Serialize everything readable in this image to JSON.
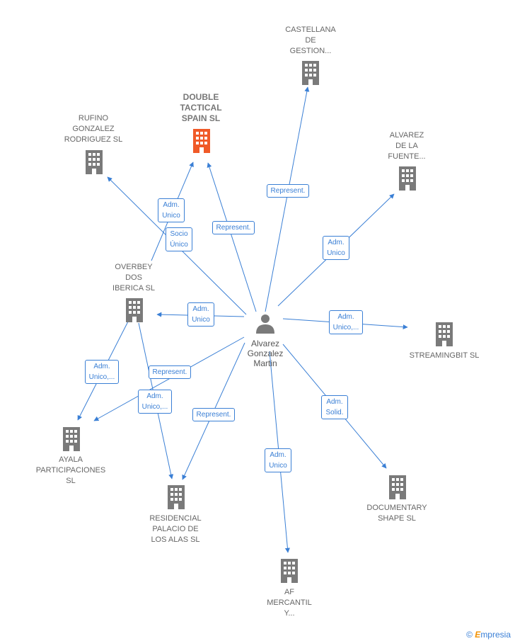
{
  "center": {
    "label_lines": [
      "Alvarez",
      "Gonzalez",
      "Martin"
    ],
    "icon": "person-icon"
  },
  "colors": {
    "edge": "#3a7fd5",
    "building": "#7a7a7a",
    "highlight": "#f05a28"
  },
  "companies": [
    {
      "id": "castellana",
      "lines": [
        "CASTELLANA",
        "DE",
        "GESTION..."
      ],
      "highlight": false
    },
    {
      "id": "double-tactical",
      "lines": [
        "DOUBLE",
        "TACTICAL",
        "SPAIN  SL"
      ],
      "highlight": true
    },
    {
      "id": "rufino",
      "lines": [
        "RUFINO",
        "GONZALEZ",
        "RODRIGUEZ SL"
      ],
      "highlight": false
    },
    {
      "id": "alvarez-fuente",
      "lines": [
        "ALVAREZ",
        "DE LA",
        "FUENTE..."
      ],
      "highlight": false
    },
    {
      "id": "overbey",
      "lines": [
        "OVERBEY",
        "DOS",
        "IBERICA  SL"
      ],
      "highlight": false
    },
    {
      "id": "streamingbit",
      "lines": [
        "STREAMINGBIT SL"
      ],
      "highlight": false
    },
    {
      "id": "ayala",
      "lines": [
        "AYALA",
        "PARTICIPACIONES",
        "SL"
      ],
      "highlight": false
    },
    {
      "id": "residencial",
      "lines": [
        "RESIDENCIAL",
        "PALACIO DE",
        "LOS ALAS  SL"
      ],
      "highlight": false
    },
    {
      "id": "documentary",
      "lines": [
        "DOCUMENTARY",
        "SHAPE  SL"
      ],
      "highlight": false
    },
    {
      "id": "af-mercantil",
      "lines": [
        "AF",
        "MERCANTIL",
        "Y..."
      ],
      "highlight": false
    }
  ],
  "edges": [
    {
      "from": "center",
      "to": "castellana",
      "label": "Represent."
    },
    {
      "from": "center",
      "to": "double-tactical",
      "label": "Represent."
    },
    {
      "from": "center",
      "to": "rufino",
      "label": "Adm.\nUnico"
    },
    {
      "from": "overbey",
      "to": "double-tactical",
      "label": "Socio\nÚnico"
    },
    {
      "from": "center",
      "to": "alvarez-fuente",
      "label": "Adm.\nUnico"
    },
    {
      "from": "center",
      "to": "overbey",
      "label": "Adm.\nUnico"
    },
    {
      "from": "center",
      "to": "streamingbit",
      "label": "Adm.\nUnico,..."
    },
    {
      "from": "overbey",
      "to": "ayala",
      "label": "Adm.\nUnico,..."
    },
    {
      "from": "center",
      "to": "ayala",
      "label": "Represent."
    },
    {
      "from": "overbey",
      "to": "residencial",
      "label": "Adm.\nUnico,..."
    },
    {
      "from": "center",
      "to": "residencial",
      "label": "Represent."
    },
    {
      "from": "center",
      "to": "documentary",
      "label": "Adm.\nSolid."
    },
    {
      "from": "center",
      "to": "af-mercantil",
      "label": "Adm.\nUnico"
    }
  ],
  "watermark": {
    "symbol": "©",
    "brand_initial": "E",
    "brand_rest": "mpresia"
  }
}
